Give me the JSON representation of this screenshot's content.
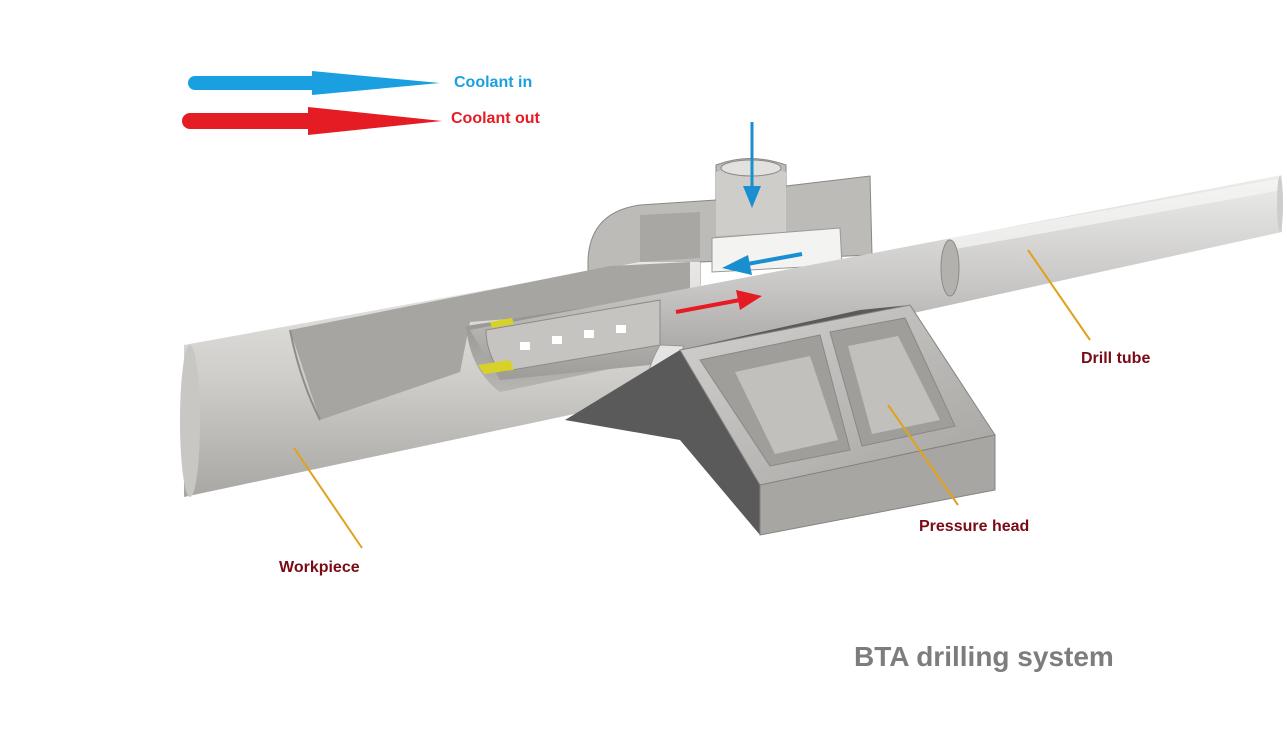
{
  "legend": {
    "coolant_in": "Coolant in",
    "coolant_out": "Coolant out"
  },
  "parts": {
    "drill_tube": "Drill tube",
    "pressure_head": "Pressure head",
    "workpiece": "Workpiece"
  },
  "title": "BTA drilling system",
  "colors": {
    "coolant_in": "#1aa0e0",
    "coolant_out": "#e51c23",
    "part_label": "#7a0a16",
    "title": "#7d7d7d",
    "leader": "#e0a21a"
  }
}
